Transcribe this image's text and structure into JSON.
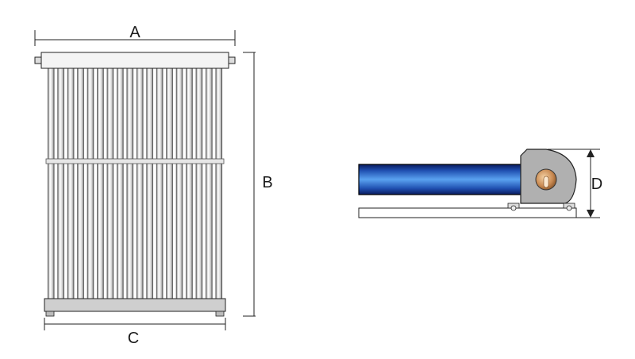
{
  "labels": {
    "width_top": "A",
    "height": "B",
    "width_bottom": "C",
    "depth": "D"
  },
  "collector": {
    "tube_count": 18
  },
  "colors": {
    "outline": "#222222",
    "tube_light": "#ffffff",
    "tube_shade": "#9a9a9a",
    "header_fill": "#f4f4f4",
    "side_tube_dark": "#0a1a5c",
    "side_tube_light": "#4a90e8",
    "manifold_fill": "#b0b0b0",
    "copper": "#c98a52"
  }
}
